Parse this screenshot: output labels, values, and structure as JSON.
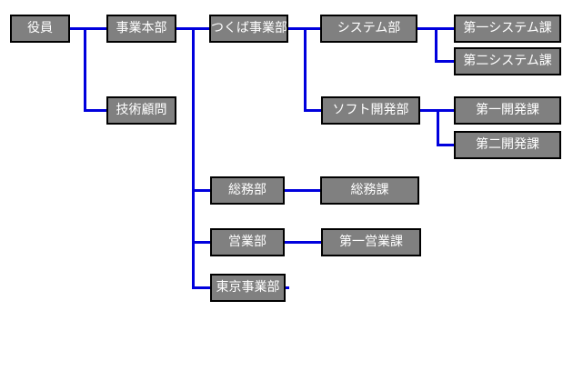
{
  "diagram": {
    "type": "organization-chart",
    "colors": {
      "node_fill": "#808080",
      "node_border": "#000000",
      "node_text": "#ffffff",
      "connector": "#0000dd",
      "background": "#ffffff"
    },
    "nodes": [
      {
        "id": "yakuin",
        "label": "役員",
        "parent": null
      },
      {
        "id": "jigyo-honbu",
        "label": "事業本部",
        "parent": "yakuin"
      },
      {
        "id": "gijutsu-komon",
        "label": "技術顧問",
        "parent": "yakuin"
      },
      {
        "id": "tsukuba",
        "label": "つくば事業部",
        "parent": "jigyo-honbu"
      },
      {
        "id": "system-bu",
        "label": "システム部",
        "parent": "tsukuba"
      },
      {
        "id": "dai1-system-ka",
        "label": "第一システム課",
        "parent": "system-bu"
      },
      {
        "id": "dai2-system-ka",
        "label": "第二システム課",
        "parent": "system-bu"
      },
      {
        "id": "soft-kaihatsu",
        "label": "ソフト開発部",
        "parent": "tsukuba"
      },
      {
        "id": "dai1-kaihatsu",
        "label": "第一開発課",
        "parent": "soft-kaihatsu"
      },
      {
        "id": "dai2-kaihatsu",
        "label": "第二開発課",
        "parent": "soft-kaihatsu"
      },
      {
        "id": "somu-bu",
        "label": "総務部",
        "parent": "jigyo-honbu"
      },
      {
        "id": "somu-ka",
        "label": "総務課",
        "parent": "somu-bu"
      },
      {
        "id": "eigyo-bu",
        "label": "営業部",
        "parent": "jigyo-honbu"
      },
      {
        "id": "dai1-eigyo-ka",
        "label": "第一営業課",
        "parent": "eigyo-bu"
      },
      {
        "id": "tokyo-jigyobu",
        "label": "東京事業部",
        "parent": "jigyo-honbu"
      }
    ]
  }
}
